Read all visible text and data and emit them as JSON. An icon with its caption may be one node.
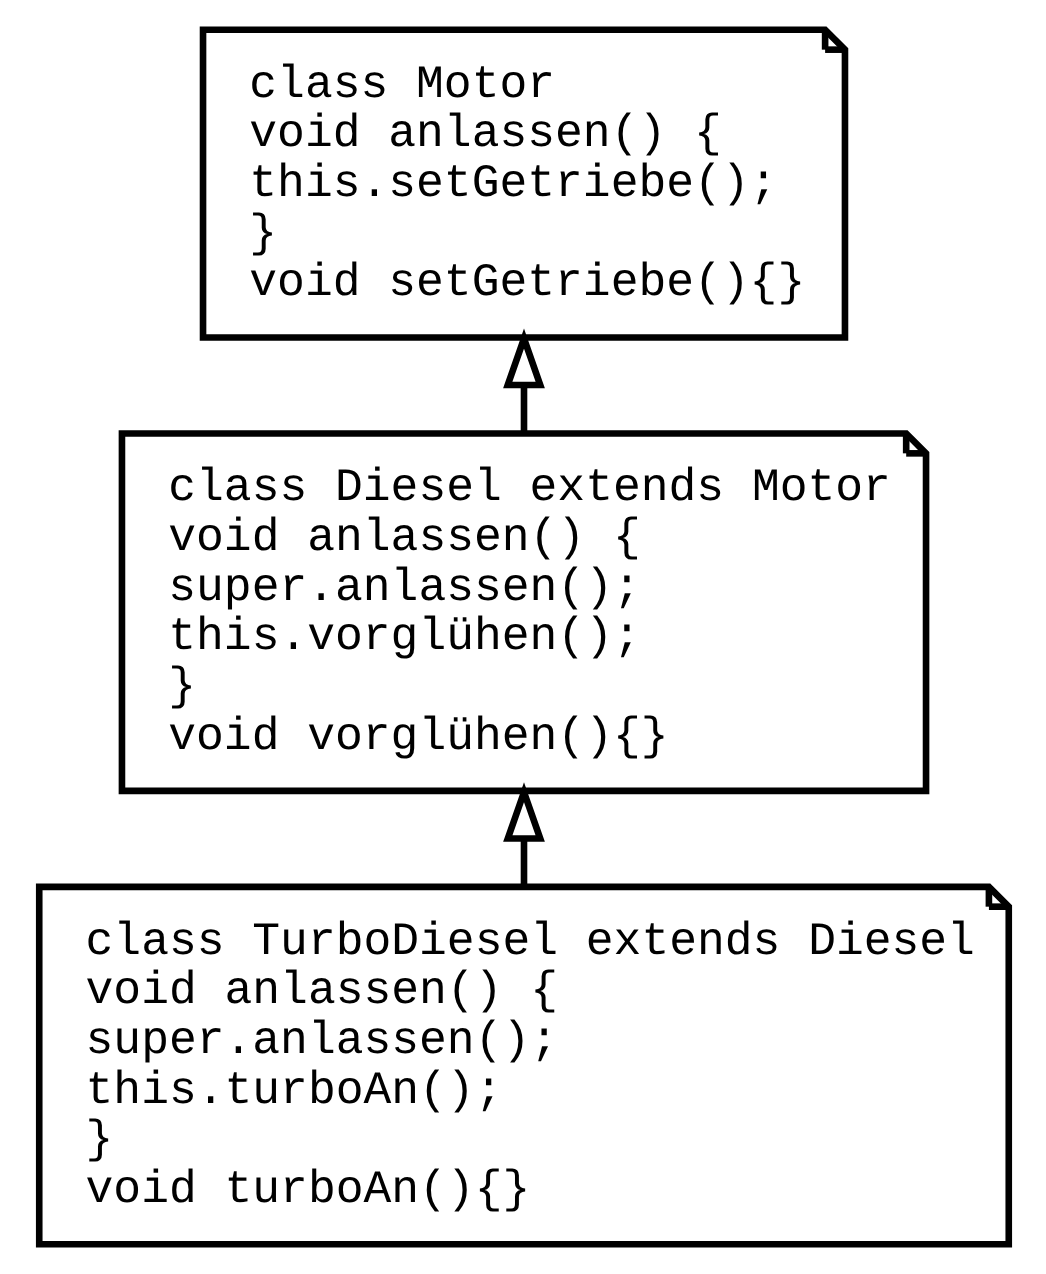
{
  "diagram": {
    "nodes": [
      {
        "text": [
          "class Motor",
          "void anlassen() {",
          "this.setGetriebe();",
          "}",
          "void setGetriebe(){}"
        ]
      },
      {
        "text": [
          "class Diesel extends Motor",
          "void anlassen() {",
          "super.anlassen();",
          "this.vorglühen();",
          "}",
          "void vorglühen(){}"
        ]
      },
      {
        "text": [
          "class TurboDiesel extends Diesel",
          "void anlassen() {",
          "super.anlassen();",
          "this.turboAn();",
          "}",
          "void turboAn(){}"
        ]
      }
    ],
    "edges": [
      {
        "from": 1,
        "to": 0,
        "arrow": "to"
      },
      {
        "from": 2,
        "to": 1,
        "arrow": "to"
      }
    ]
  }
}
